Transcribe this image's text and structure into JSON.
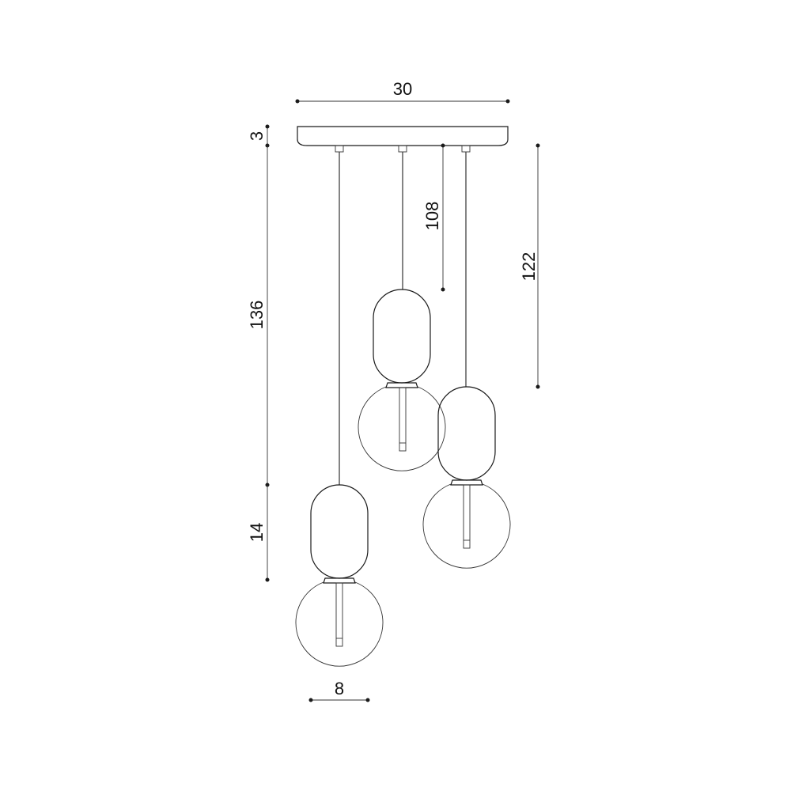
{
  "dimensions": {
    "canopy_width": "30",
    "canopy_height": "3",
    "max_drop": "136",
    "shade_height": "14",
    "shade_width": "8",
    "middle_drop": "108",
    "right_drop": "122"
  }
}
